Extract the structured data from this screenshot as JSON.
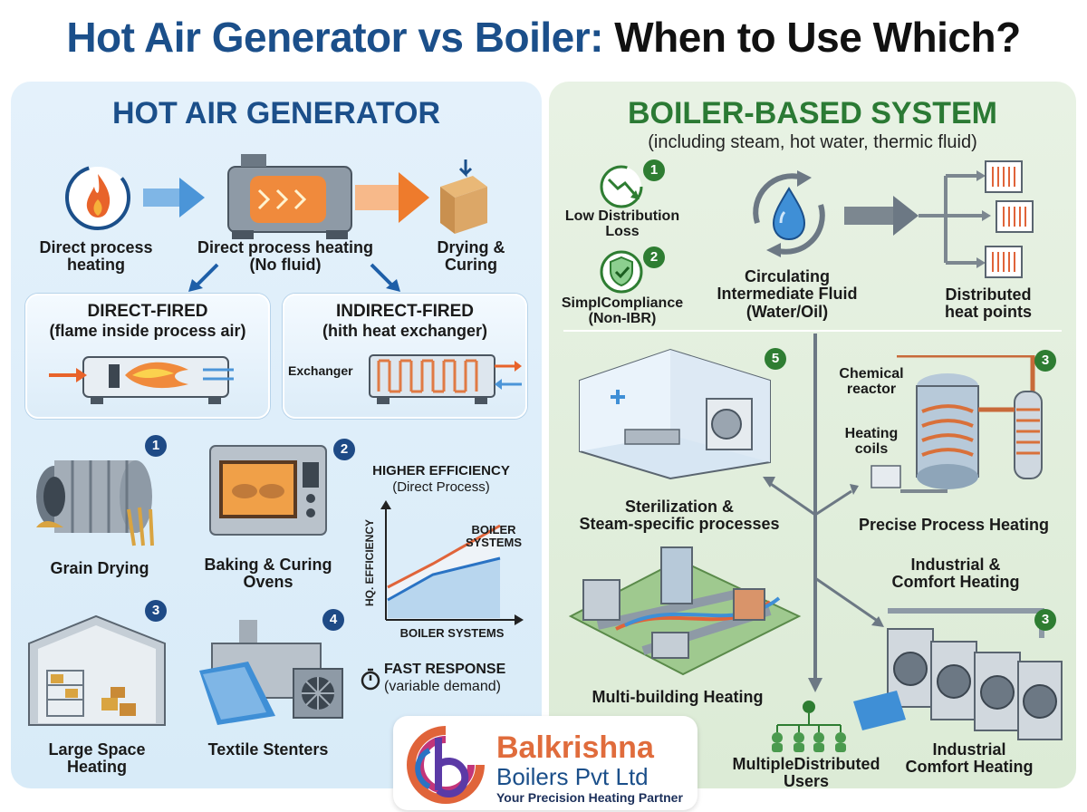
{
  "title": {
    "part1": "Hot Air Generator vs Boiler:",
    "part2": "When to Use Which?"
  },
  "left": {
    "header": "HOT AIR GENERATOR",
    "flow": {
      "step1": "Direct process heating",
      "step2_line1": "Direct process heating",
      "step2_line2": "(No fluid)",
      "step3_line1": "Drying &",
      "step3_line2": "Curing"
    },
    "direct_fired": {
      "title": "DIRECT-FIRED",
      "subtitle": "(flame inside process air)"
    },
    "indirect_fired": {
      "title": "INDIRECT-FIRED",
      "subtitle": "(hith heat exchanger)",
      "label": "Exchanger"
    },
    "apps": [
      {
        "num": "1",
        "label": "Grain Drying"
      },
      {
        "num": "2",
        "label_line1": "Baking & Curing",
        "label_line2": "Ovens"
      },
      {
        "num": "3",
        "label_line1": "Large Space",
        "label_line2": "Heating"
      },
      {
        "num": "4",
        "label": "Textile Stenters"
      }
    ],
    "chart": {
      "title_line1": "HIGHER EFFICIENCY",
      "title_line2": "(Direct Process)",
      "ylabel": "HQ. EFFICIENCY",
      "xlabel": "BOILER SYSTEMS",
      "series_label_line1": "BOILER",
      "series_label_line2": "SYSTEMS"
    },
    "fast_response": {
      "line1": "FAST RESPONSE",
      "line2": "(variable demand)"
    }
  },
  "right": {
    "header": "BOILER-BASED SYSTEM",
    "subheader": "(including steam, hot water, thermic fluid)",
    "benefits": [
      {
        "num": "1",
        "line1": "Low Distribution",
        "line2": "Loss"
      },
      {
        "num": "2",
        "line1": "SimplCompliance",
        "line2": "(Non-IBR)"
      }
    ],
    "fluid": {
      "line1": "Circulating",
      "line2": "Intermediate Fluid",
      "line3": "(Water/Oil)"
    },
    "distributed": {
      "line1": "Distributed",
      "line2": "heat points"
    },
    "apps": {
      "sterilization": {
        "num": "5",
        "line1": "Sterilization &",
        "line2": "Steam-specific processes"
      },
      "process": {
        "num": "3",
        "chem_line1": "Chemical",
        "chem_line2": "reactor",
        "coil_line1": "Heating",
        "coil_line2": "coils",
        "label": "Precise Process Heating"
      },
      "industrial_heading": {
        "line1": "Industrial &",
        "line2": "Comfort Heating"
      },
      "multi": {
        "label": "Multi-building Heating"
      },
      "users": {
        "line1": "MultipleDistributed",
        "line2": "Users"
      },
      "laundry": {
        "num": "3",
        "line1": "Industrial",
        "line2": "Comfort Heating"
      }
    }
  },
  "logo": {
    "name": "Balkrishna",
    "name2": "Boilers Pvt Ltd",
    "tagline": "Your Precision Heating Partner"
  },
  "colors": {
    "left_accent": "#1b4f8a",
    "right_accent": "#2b7a34",
    "flame": "#e8632a",
    "brand_orange": "#e06c3c"
  }
}
